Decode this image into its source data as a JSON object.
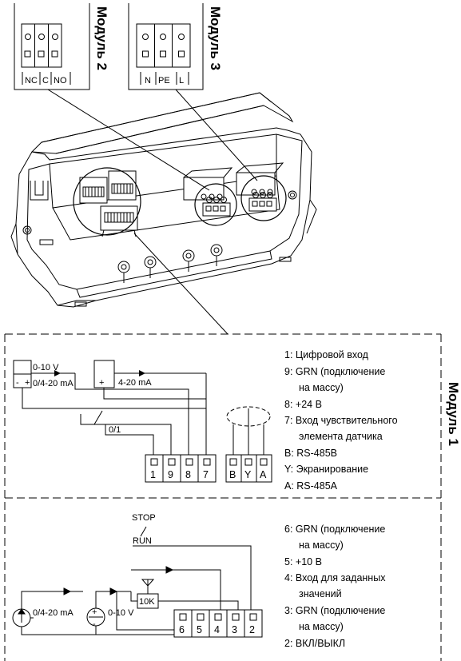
{
  "module2": {
    "title": "Модуль 2",
    "terminals": [
      "NC",
      "C",
      "NO"
    ]
  },
  "module3": {
    "title": "Модуль 3",
    "terminals": [
      "N",
      "PE",
      "L"
    ]
  },
  "module1": {
    "title": "Модуль 1",
    "source_voltage": "0-10 V",
    "source_current": "0/4-20 mA",
    "sensor_current": "4-20 mA",
    "switch_label": "0/1",
    "plus": "+",
    "minus": "-",
    "terminals_num": [
      "1",
      "9",
      "8",
      "7"
    ],
    "terminals_bus": [
      "B",
      "Y",
      "A"
    ],
    "legend": [
      "1: Цифровой вход",
      "9: GRN (подключение",
      "на массу)",
      "8: +24 В",
      "7: Вход чувствительного",
      "элемента датчика",
      "B: RS-485B",
      "Y: Экранирование",
      "A: RS-485A"
    ]
  },
  "lower": {
    "stop_label": "STOP",
    "run_label": "RUN",
    "source_current": "0/4-20 mA",
    "source_voltage": "0-10 V",
    "pot_label": "10K",
    "plus": "+",
    "minus": "-",
    "terminals": [
      "6",
      "5",
      "4",
      "3",
      "2"
    ],
    "legend": [
      "6: GRN (подключение",
      "на массу)",
      "5: +10 В",
      "4: Вход для заданных",
      "значений",
      "3: GRN (подключение",
      "на массу)",
      "2: ВКЛ/ВЫКЛ"
    ]
  }
}
